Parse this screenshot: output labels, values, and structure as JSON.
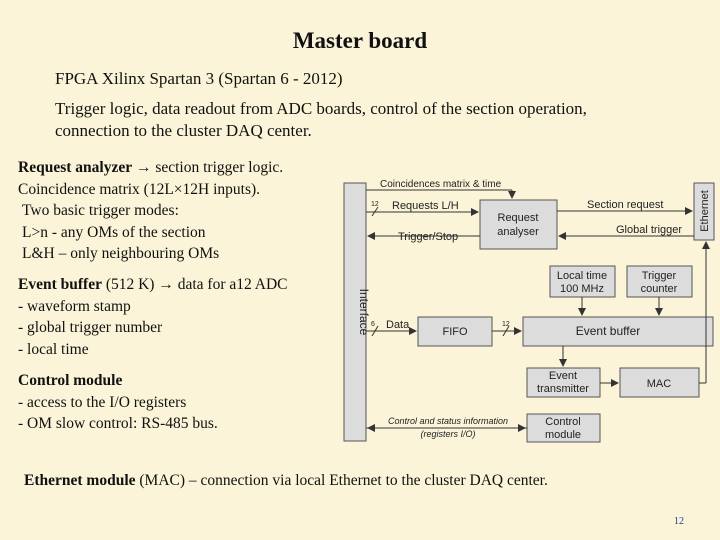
{
  "title": "Master board",
  "intro": {
    "line1": "FPGA Xilinx Spartan 3 (Spartan 6 - 2012)",
    "line2": "Trigger logic, data readout from ADC boards, control of the section  operation,",
    "line3": "connection to the cluster DAQ center."
  },
  "request_analyzer": {
    "heading": "Request analyzer",
    "arrow": "→",
    "heading_rest": " section  trigger logic.",
    "line2": "Coincidence matrix (12L×12H inputs).",
    "line3": "Two basic trigger modes:",
    "line4": "L>n  - any OMs of the section",
    "line5": "L&H – only neighbouring OMs"
  },
  "event_buffer": {
    "heading": "Event buffer",
    "size": " (512 K) ",
    "arrow": "→",
    "rest": " data for a12 ADC",
    "items": [
      "- waveform stamp",
      "- global trigger number",
      "- local time"
    ]
  },
  "control_module": {
    "heading": "Control module",
    "items": [
      "- access to the I/O registers",
      "- OM slow control: RS-485 bus."
    ]
  },
  "footer": {
    "heading": "Ethernet module",
    "rest": " (MAC) – connection via local Ethernet to the cluster DAQ center."
  },
  "diagram": {
    "interface": "Interface",
    "ethernet": "Ethernet",
    "coincidences_label": "Coincidences matrix & time",
    "requests_label": "Requests L/H",
    "bus12a": "12",
    "trigger_stop": "Trigger/Stop",
    "request_analyser": [
      "Request",
      "analyser"
    ],
    "section_request": "Section request",
    "global_trigger": "Global trigger",
    "local_time": [
      "Local time",
      "100 MHz"
    ],
    "trigger_counter": [
      "Trigger",
      "counter"
    ],
    "bus6": "6",
    "data": "Data",
    "fifo": "FIFO",
    "bus12b": "12",
    "event_buffer": "Event buffer",
    "event_transmitter": [
      "Event",
      "transmitter"
    ],
    "mac": "MAC",
    "control_status": [
      "Control and status information",
      "(registers I/O)"
    ],
    "control_module": [
      "Control",
      "module"
    ]
  },
  "page_number": "12",
  "colors": {
    "background": "#fbf4d8",
    "box_fill": "#dcdcdc",
    "page_number": "#1a3a9a"
  }
}
